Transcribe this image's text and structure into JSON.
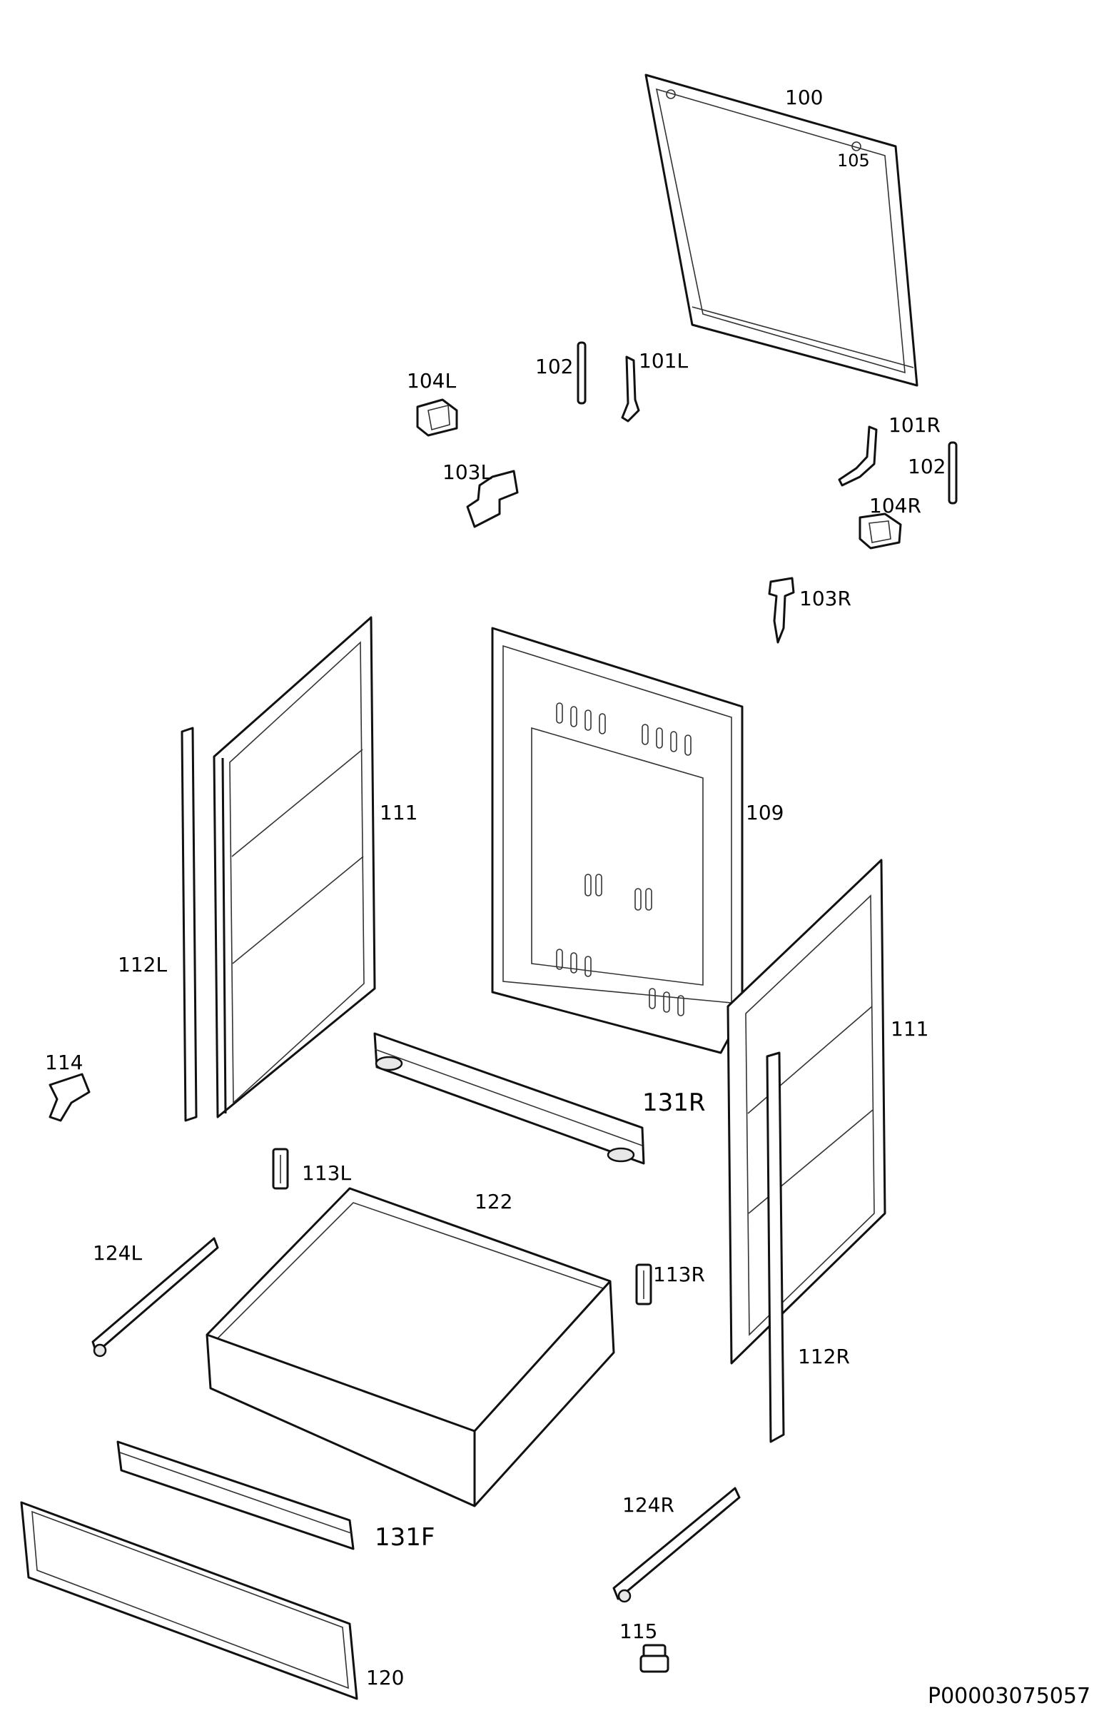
{
  "labels": {
    "p100": "100",
    "p105": "105",
    "p102a": "102",
    "p101L": "101L",
    "p104L": "104L",
    "p101R": "101R",
    "p102b": "102",
    "p103L": "103L",
    "p104R": "104R",
    "p103R": "103R",
    "p111a": "111",
    "p109": "109",
    "p112L": "112L",
    "p111b": "111",
    "p114": "114",
    "p131R": "131R",
    "p113L": "113L",
    "p122": "122",
    "p124L": "124L",
    "p113R": "113R",
    "p112R": "112R",
    "p124R": "124R",
    "p131F": "131F",
    "p115": "115",
    "p120": "120"
  },
  "document_code": "P00003075057",
  "colors": {
    "line": "#111111",
    "fill": "#ffffff",
    "shade": "#e8e8e8"
  }
}
